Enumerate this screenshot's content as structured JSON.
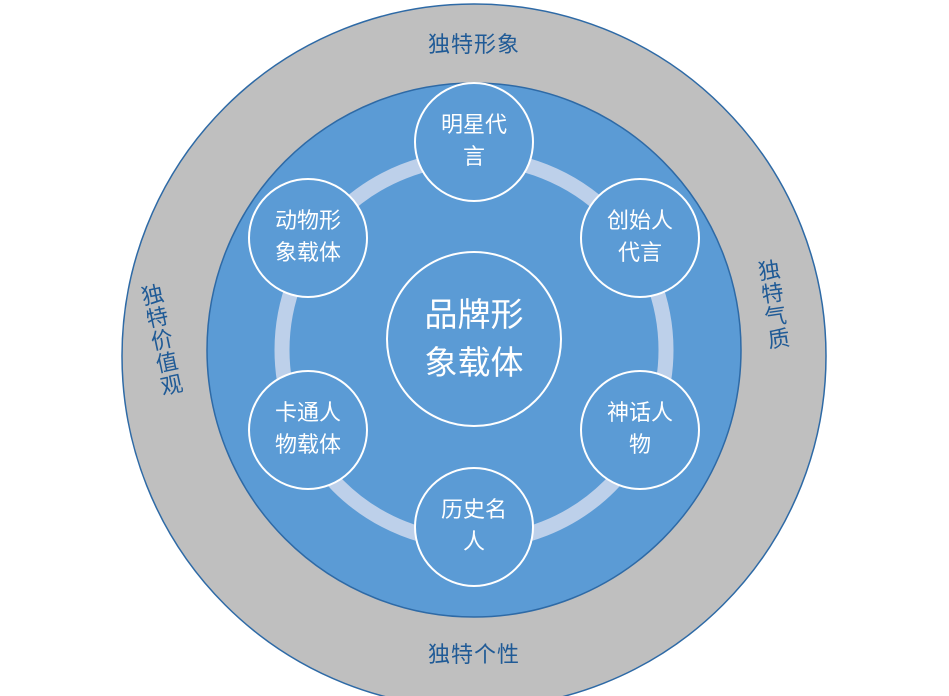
{
  "diagram": {
    "outer_ring": {
      "top": "独特形象",
      "right": "独特气质",
      "bottom": "独特个性",
      "left": "独特价值观"
    },
    "center": {
      "label": "品牌形\n象载体"
    },
    "nodes": [
      {
        "label": "明星代\n言"
      },
      {
        "label": "创始人\n代言"
      },
      {
        "label": "神话人\n物"
      },
      {
        "label": "历史名\n人"
      },
      {
        "label": "卡通人\n物载体"
      },
      {
        "label": "动物形\n象载体"
      }
    ],
    "colors": {
      "outer_ring": "#bfbfbf",
      "inner_disc": "#5b9bd5",
      "node_fill": "#5b9bd5",
      "node_stroke": "#ffffff",
      "connector_ring": "#bdd0ea",
      "outer_text": "#1f5a96",
      "inner_text": "#ffffff"
    }
  }
}
